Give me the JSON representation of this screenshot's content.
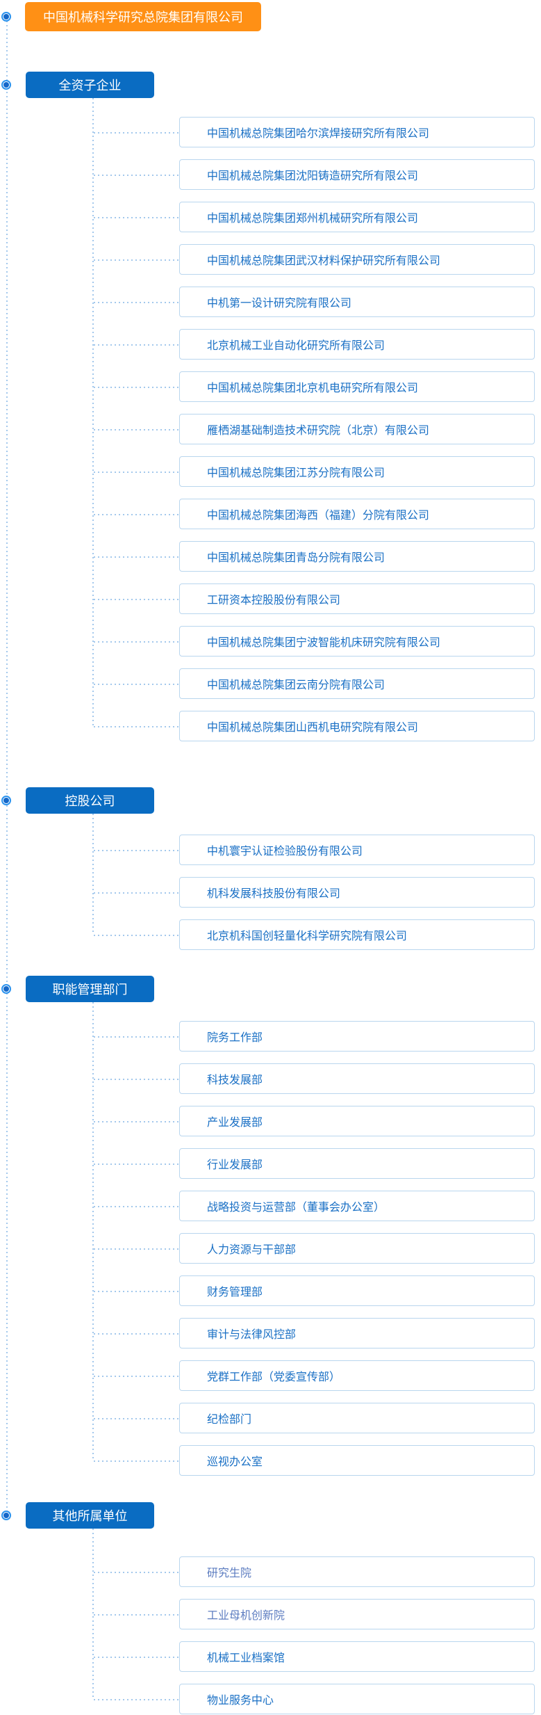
{
  "root": {
    "title": "中国机械科学研究总院集团有限公司"
  },
  "sections": [
    {
      "label": "全资子企业",
      "items": [
        "中国机械总院集团哈尔滨焊接研究所有限公司",
        "中国机械总院集团沈阳铸造研究所有限公司",
        "中国机械总院集团郑州机械研究所有限公司",
        "中国机械总院集团武汉材料保护研究所有限公司",
        "中机第一设计研究院有限公司",
        "北京机械工业自动化研究所有限公司",
        "中国机械总院集团北京机电研究所有限公司",
        "雁栖湖基础制造技术研究院（北京）有限公司",
        "中国机械总院集团江苏分院有限公司",
        "中国机械总院集团海西（福建）分院有限公司",
        "中国机械总院集团青岛分院有限公司",
        "工研资本控股股份有限公司",
        "中国机械总院集团宁波智能机床研究院有限公司",
        "中国机械总院集团云南分院有限公司",
        "中国机械总院集团山西机电研究院有限公司"
      ]
    },
    {
      "label": "控股公司",
      "items": [
        "中机寰宇认证检验股份有限公司",
        "机科发展科技股份有限公司",
        "北京机科国创轻量化科学研究院有限公司"
      ]
    },
    {
      "label": "职能管理部门",
      "items": [
        "院务工作部",
        "科技发展部",
        "产业发展部",
        "行业发展部",
        "战略投资与运营部（董事会办公室）",
        "人力资源与干部部",
        "财务管理部",
        "审计与法律风控部",
        "党群工作部（党委宣传部）",
        "纪检部门",
        "巡视办公室"
      ]
    },
    {
      "label": "其他所属单位",
      "items": [
        "研究生院",
        "工业母机创新院",
        "机械工业档案馆",
        "物业服务中心"
      ]
    }
  ],
  "visited_items": [
    "研究生院",
    "工业母机创新院"
  ],
  "colors": {
    "orange": "#ff9015",
    "section_blue": "#0a6cc2",
    "item_text": "#1a70c5",
    "item_border": "#b9d6ee",
    "dotted": "#a3c8ec",
    "visited": "#5c7cc0",
    "bullet_ring": "#2b93ee",
    "bullet_dot": "#1567c8"
  }
}
